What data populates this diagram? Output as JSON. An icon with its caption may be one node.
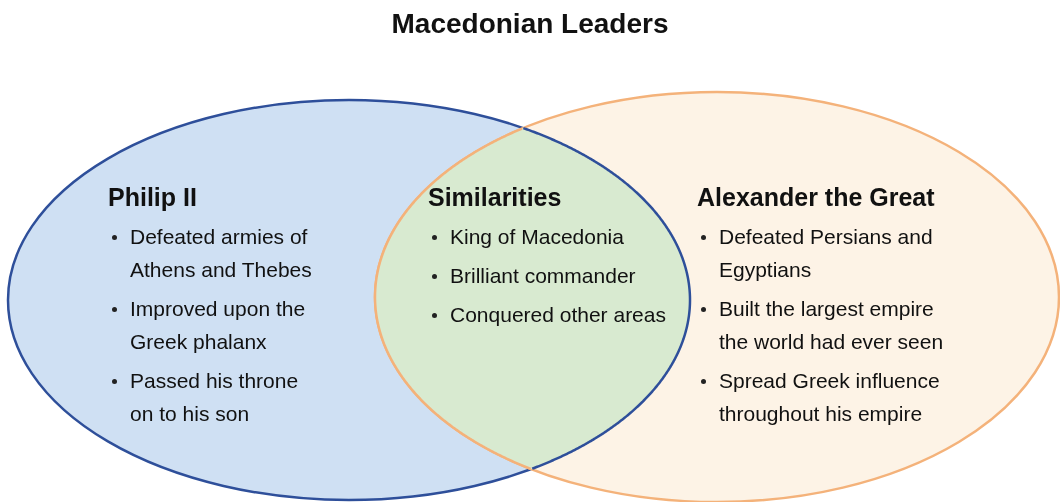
{
  "diagram": {
    "title": "Macedonian Leaders",
    "nodes": [
      {
        "text": [
          "Philip II",
          "Defeated armies of Athens and Thebes",
          "Improved upon the Greek phalanx",
          "Passed his throne on to his son"
        ]
      },
      {
        "text": [
          "Alexander the Great",
          "Defeated Persians and Egyptians",
          "Built the largest empire the world had ever seen",
          "Spread Greek influence throughout his empire"
        ]
      },
      {
        "text": [
          "Similarities",
          "King of Macedonia",
          "Brilliant commander",
          "Conquered other areas"
        ]
      }
    ]
  }
}
